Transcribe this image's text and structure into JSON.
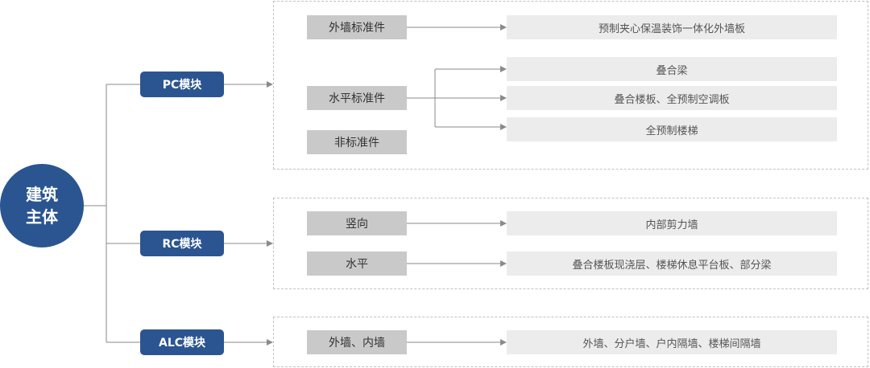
{
  "root": {
    "line1": "建筑",
    "line2": "主体"
  },
  "modules": [
    {
      "label": "PC模块",
      "categories": [
        {
          "label": "外墙标准件",
          "items": [
            "预制夹心保温装饰一体化外墙板"
          ]
        },
        {
          "label": "水平标准件",
          "items": [
            "叠合梁",
            "叠合楼板、全预制空调板",
            "全预制楼梯"
          ]
        },
        {
          "label": "非标准件",
          "items": []
        }
      ]
    },
    {
      "label": "RC模块",
      "categories": [
        {
          "label": "竖向",
          "items": [
            "内部剪力墙"
          ]
        },
        {
          "label": "水平",
          "items": [
            "叠合楼板现浇层、楼梯休息平台板、部分梁"
          ]
        }
      ]
    },
    {
      "label": "ALC模块",
      "categories": [
        {
          "label": "外墙、内墙",
          "items": [
            "外墙、分户墙、户内隔墙、楼梯间隔墙"
          ]
        }
      ]
    }
  ],
  "colors": {
    "primary": "#2b5590",
    "category_bg": "#c9c9c9",
    "item_bg": "#ececec",
    "line": "#8a8a8a"
  }
}
